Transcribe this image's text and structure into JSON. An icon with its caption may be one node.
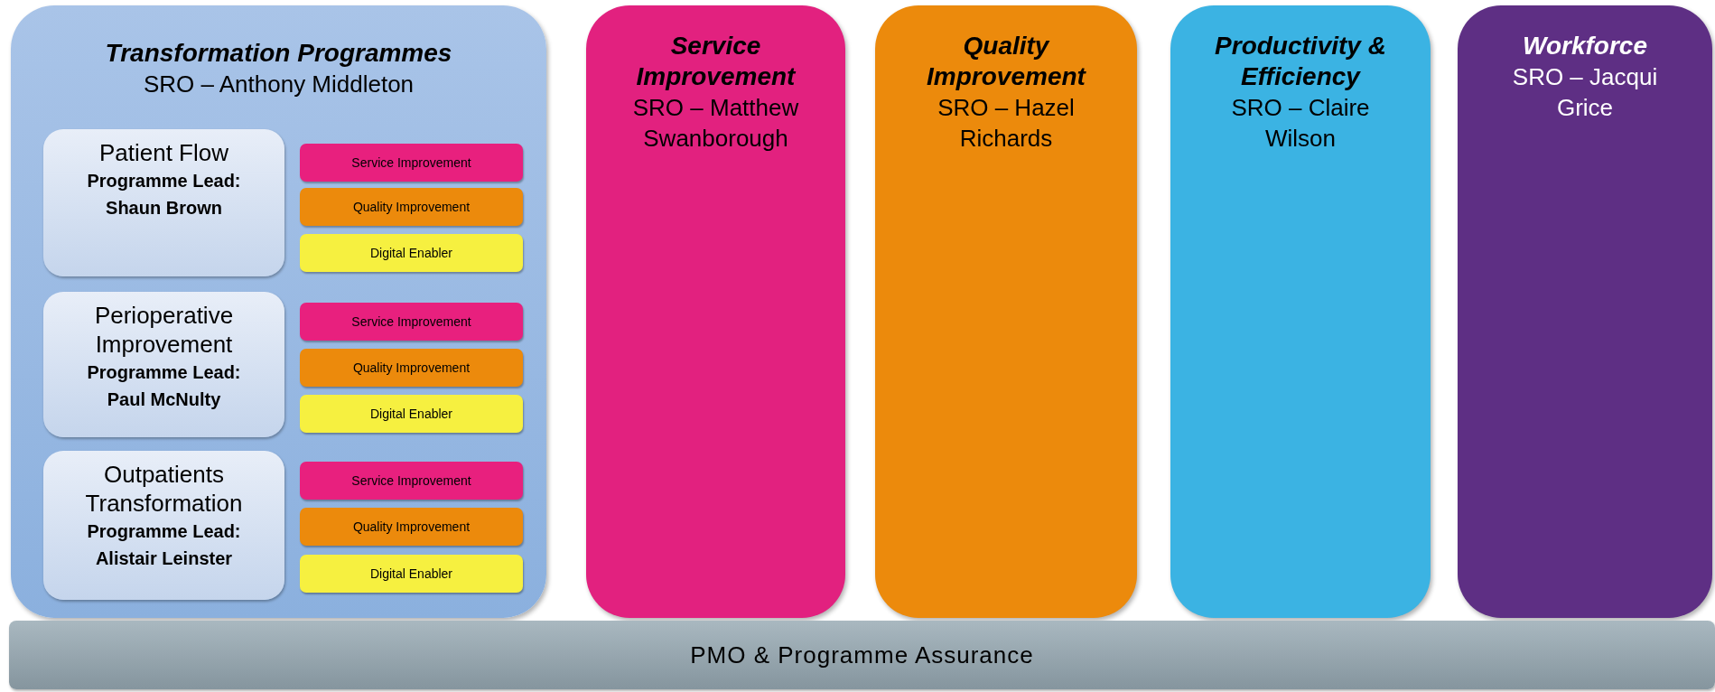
{
  "diagram": {
    "nodes": [
      {
        "text": [
          "Transformation Programmes",
          "SRO – Anthony Middleton"
        ]
      },
      {
        "text": [
          "Patient Flow",
          "Programme Lead: Shaun Brown"
        ],
        "in": 0
      },
      {
        "text": [
          "Service Improvement"
        ],
        "in": 0
      },
      {
        "text": [
          "Quality Improvement"
        ],
        "in": 0
      },
      {
        "text": [
          "Digital Enabler"
        ],
        "in": 0
      },
      {
        "text": [
          "Perioperative Improvement",
          "Programme Lead: Paul McNulty"
        ],
        "in": 0
      },
      {
        "text": [
          "Service Improvement"
        ],
        "in": 0
      },
      {
        "text": [
          "Quality Improvement"
        ],
        "in": 0
      },
      {
        "text": [
          "Digital Enabler"
        ],
        "in": 0
      },
      {
        "text": [
          "Outpatients Transformation",
          "Programme Lead: Alistair Leinster"
        ],
        "in": 0
      },
      {
        "text": [
          "Service Improvement"
        ],
        "in": 0
      },
      {
        "text": [
          "Quality Improvement"
        ],
        "in": 0
      },
      {
        "text": [
          "Digital Enabler"
        ],
        "in": 0
      },
      {
        "text": [
          "Service Improvement",
          "SRO – Matthew Swanborough"
        ]
      },
      {
        "text": [
          "Quality Improvement",
          "SRO – Hazel Richards"
        ]
      },
      {
        "text": [
          "Productivity & Efficiency",
          "SRO – Claire Wilson"
        ]
      },
      {
        "text": [
          "Workforce",
          "SRO – Jacqui Grice"
        ]
      },
      {
        "text": [
          "PMO & Programme Assurance"
        ]
      }
    ]
  }
}
